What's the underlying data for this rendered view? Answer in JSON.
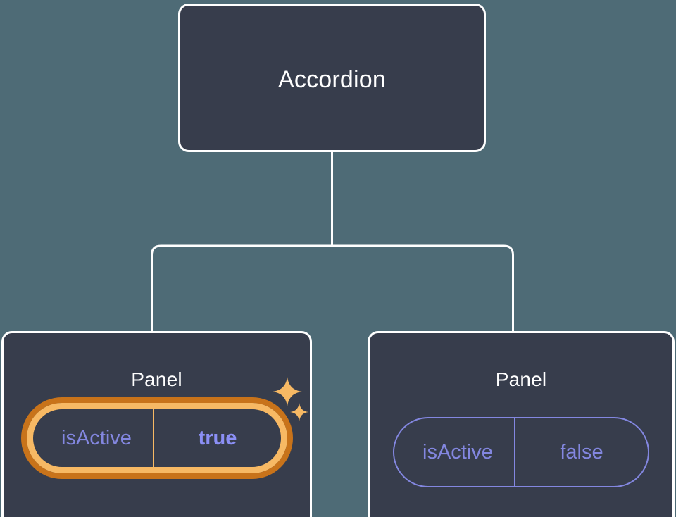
{
  "canvas": {
    "background_color": "#4e6b76",
    "node_fill_color": "#373d4c",
    "node_border_color": "#ffffff",
    "edge_color": "#ffffff"
  },
  "tree": {
    "root": {
      "label": "Accordion"
    },
    "children": [
      {
        "label": "Panel",
        "highlighted": true,
        "prop": {
          "key": "isActive",
          "value": "true",
          "key_color": "#8387e0",
          "value_color": "#8b8ff5",
          "ring_inner_color": "#f7b964",
          "ring_outer_color": "#c8731a"
        },
        "sparkles": {
          "color": "#f7b964",
          "big_label": "sparkle-large",
          "small_label": "sparkle-small"
        }
      },
      {
        "label": "Panel",
        "highlighted": false,
        "prop": {
          "key": "isActive",
          "value": "false",
          "key_color": "#8387e0",
          "value_color": "#8387e0",
          "border_color": "#8387e0"
        }
      }
    ]
  }
}
